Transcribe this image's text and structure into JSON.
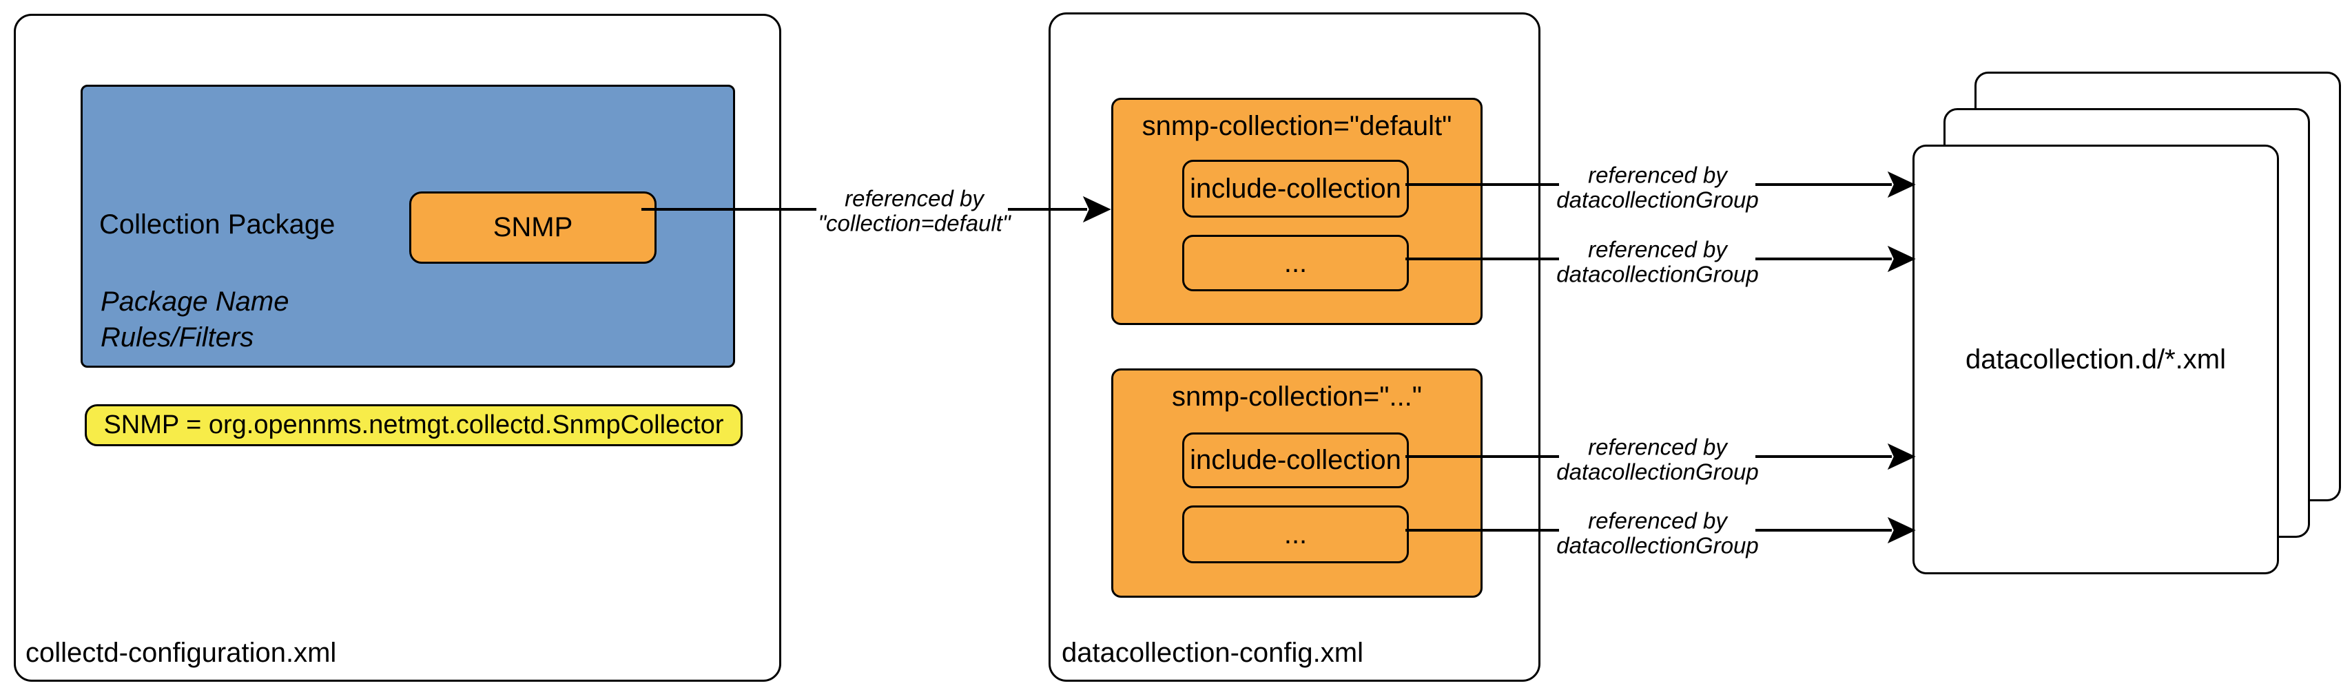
{
  "colors": {
    "package_fill_blue": "#6f99c9",
    "collector_fill_orange": "#f8a842",
    "note_fill_yellow": "#f7ec49",
    "line_black": "#000000",
    "background": "#ffffff"
  },
  "left_panel": {
    "file_label": "collectd-configuration.xml",
    "collection_package": {
      "title": "Collection Package",
      "annotations": [
        "Package Name",
        "Rules/Filters"
      ],
      "snmp_box_label": "SNMP"
    },
    "mapping_note": "SNMP = org.opennms.netmgt.collectd.SnmpCollector"
  },
  "middle_panel": {
    "file_label": "datacollection-config.xml",
    "groups": [
      {
        "title": "snmp-collection=\"default\"",
        "items": [
          "include-collection",
          "..."
        ]
      },
      {
        "title": "snmp-collection=\"...\"",
        "items": [
          "include-collection",
          "..."
        ]
      }
    ]
  },
  "right_stack": {
    "file_label": "datacollection.d/*.xml"
  },
  "arrows": {
    "collection_arrow": {
      "line1": "referenced by",
      "line2": "\"collection=default\""
    },
    "group_arrow": {
      "line1": "referenced by",
      "line2": "datacollectionGroup"
    }
  }
}
